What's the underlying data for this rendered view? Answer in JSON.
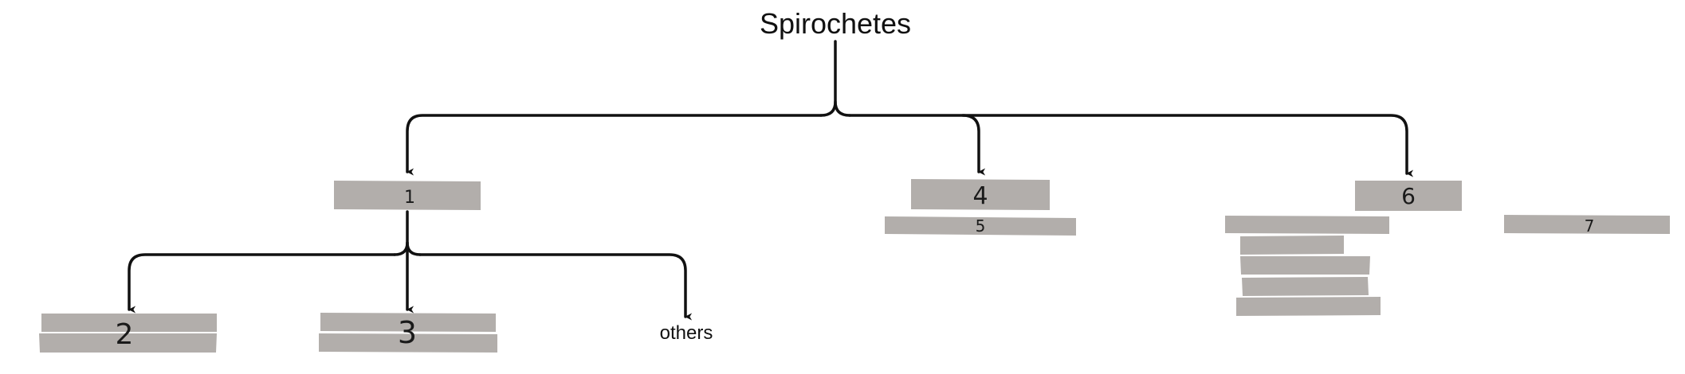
{
  "diagram": {
    "root": {
      "label": "Spirochetes"
    },
    "level1": [
      {
        "id": "n1",
        "label": "1"
      },
      {
        "id": "n4",
        "label": "4"
      },
      {
        "id": "n6",
        "label": "6"
      }
    ],
    "children_of_n1": [
      {
        "id": "n2",
        "label": "2"
      },
      {
        "id": "n3",
        "label": "3"
      },
      {
        "id": "others",
        "label": "others"
      }
    ],
    "sub_labels": {
      "n5": "5",
      "n7": "7"
    }
  },
  "colors": {
    "box_fill": "#b2aeab",
    "line": "#111111",
    "background": "#ffffff"
  }
}
